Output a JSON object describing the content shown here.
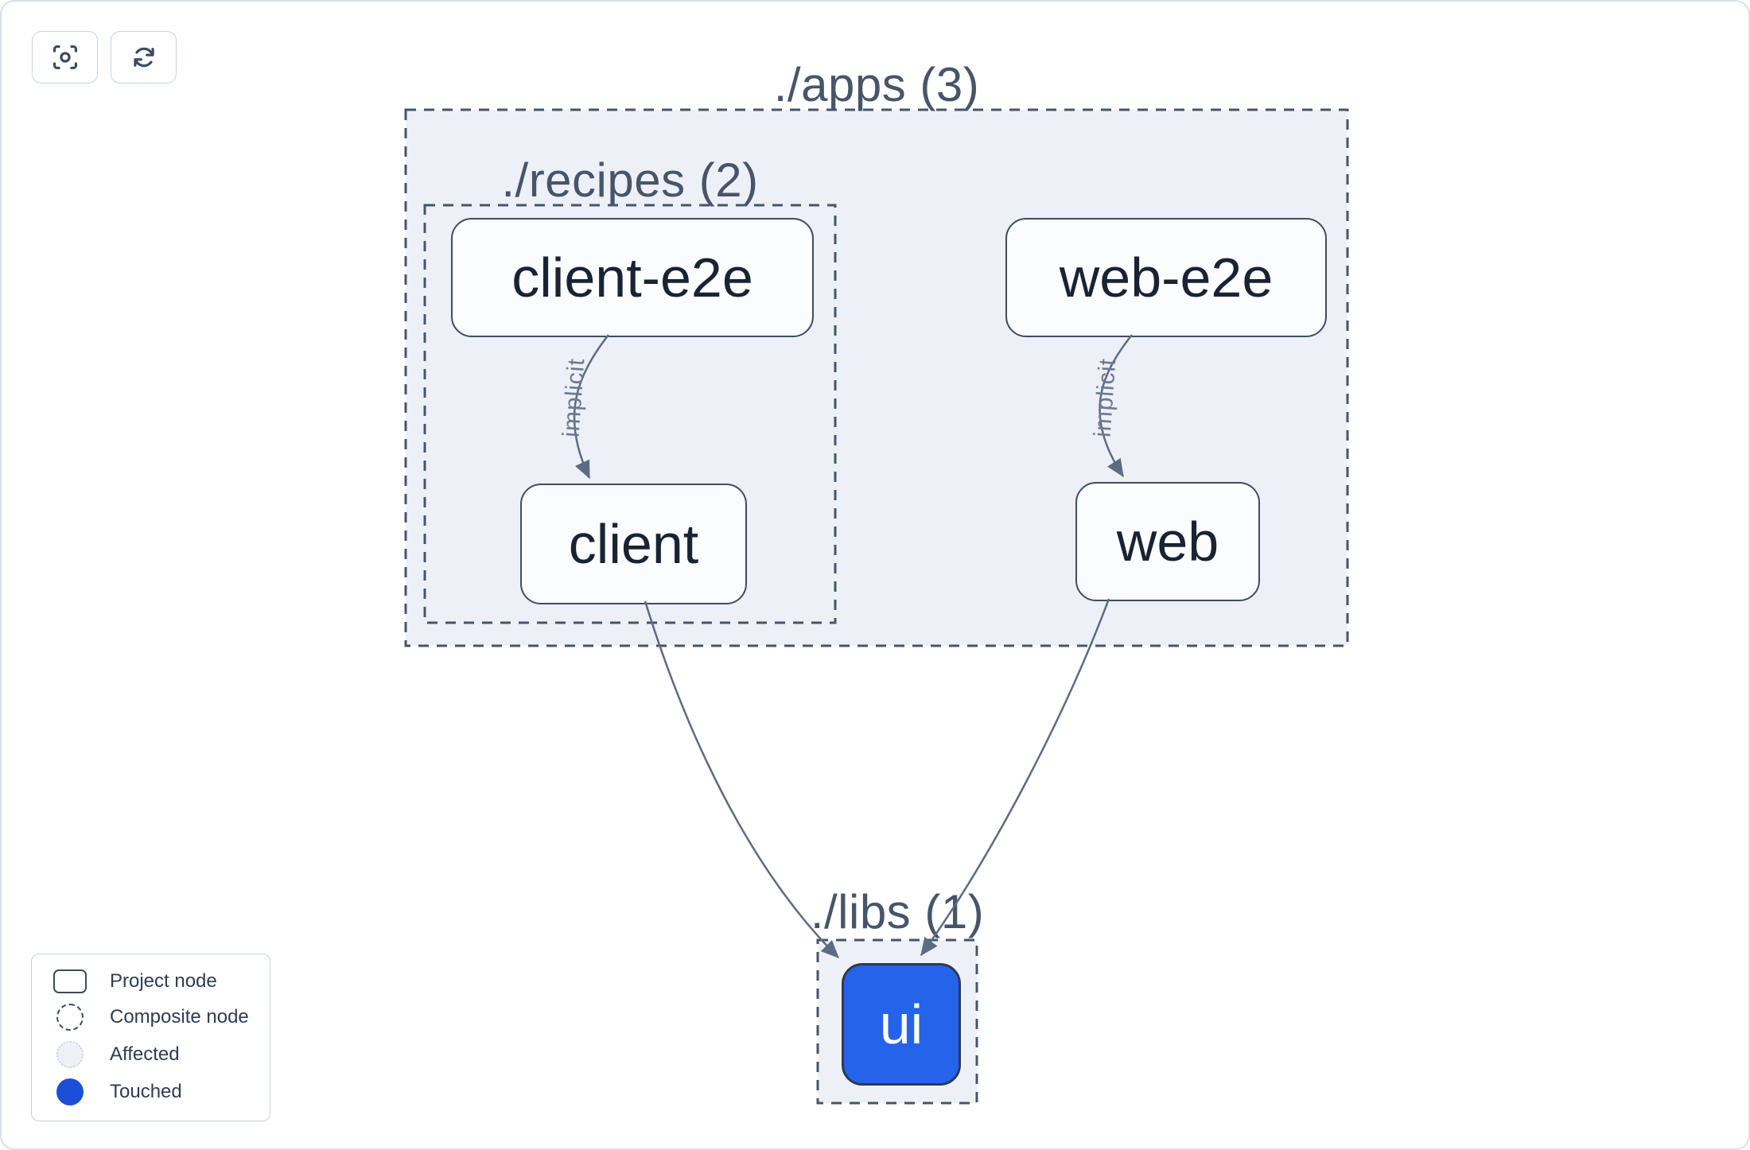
{
  "toolbar": {
    "buttons": [
      {
        "name": "focus",
        "icon": "focus-icon"
      },
      {
        "name": "refresh",
        "icon": "refresh-icon"
      }
    ]
  },
  "groups": {
    "apps": {
      "label": "./apps (3)",
      "count": 3
    },
    "recipes": {
      "label": "./recipes (2)",
      "count": 2
    },
    "libs": {
      "label": "./libs (1)",
      "count": 1
    }
  },
  "nodes": {
    "client_e2e": {
      "label": "client-e2e",
      "type": "project"
    },
    "web_e2e": {
      "label": "web-e2e",
      "type": "project"
    },
    "client": {
      "label": "client",
      "type": "project"
    },
    "web": {
      "label": "web",
      "type": "project"
    },
    "ui": {
      "label": "ui",
      "type": "touched"
    }
  },
  "edges": {
    "client_e2e_to_client": {
      "from": "client-e2e",
      "to": "client",
      "label": "implicit"
    },
    "web_e2e_to_web": {
      "from": "web-e2e",
      "to": "web",
      "label": "implicit"
    },
    "client_to_ui": {
      "from": "client",
      "to": "ui",
      "label": ""
    },
    "web_to_ui": {
      "from": "web",
      "to": "ui",
      "label": ""
    }
  },
  "legend": {
    "items": [
      {
        "label": "Project node",
        "swatch": "project-node-swatch"
      },
      {
        "label": "Composite node",
        "swatch": "composite-node-swatch"
      },
      {
        "label": "Affected",
        "swatch": "affected-swatch"
      },
      {
        "label": "Touched",
        "swatch": "touched-swatch"
      }
    ]
  },
  "colors": {
    "ui_node_fill": "#2563eb",
    "touched_dot": "#1d4ed8",
    "container_fill": "#edf1f7",
    "dashed_border": "#475569",
    "node_border": "#3f4c63",
    "node_fill": "#fbfcfe",
    "edge": "#5d6b83",
    "edge_label": "#6b7a91"
  }
}
